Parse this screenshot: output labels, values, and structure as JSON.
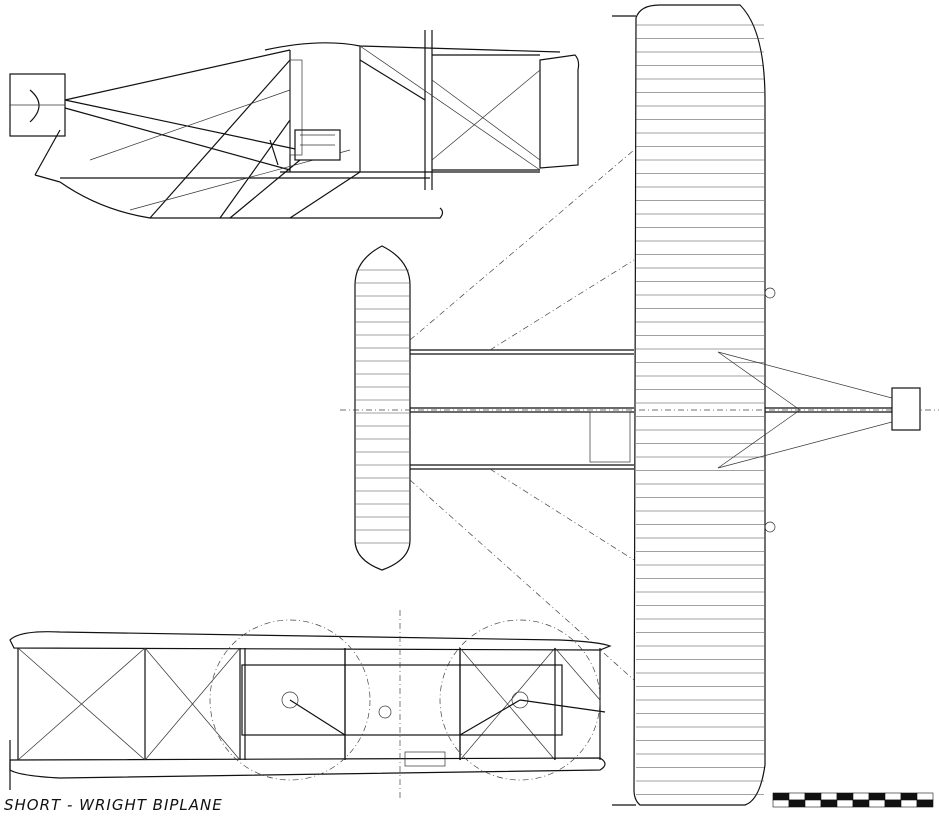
{
  "title": "SHORT - WRIGHT BIPLANE",
  "views": [
    "side-view",
    "top-view",
    "front-view"
  ],
  "scale_bar": {
    "segments": 10,
    "colors": [
      "#111111",
      "#ffffff"
    ]
  }
}
